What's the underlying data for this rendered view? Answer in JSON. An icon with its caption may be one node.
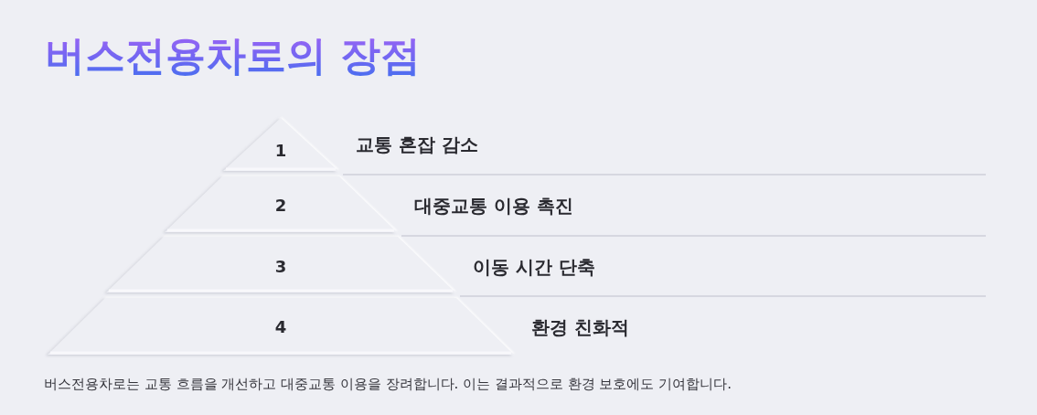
{
  "diagram": {
    "title": "버스전용차로의 장점",
    "nodes": [
      {
        "text": [
          "1"
        ]
      },
      {
        "text": [
          "2"
        ]
      },
      {
        "text": [
          "3"
        ]
      },
      {
        "text": [
          "4"
        ]
      }
    ],
    "labels": [
      "교통 혼잡 감소",
      "대중교통 이용 촉진",
      "이동 시간 단축",
      "환경 친화적"
    ],
    "caption": "버스전용차로는 교통 흐름을 개선하고 대중교통 이용을 장려합니다. 이는 결과적으로 환경 보호에도 기여합니다."
  }
}
